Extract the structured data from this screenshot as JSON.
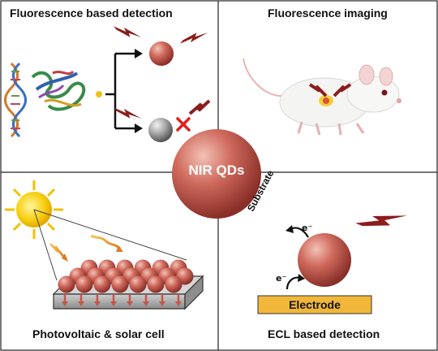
{
  "panels": {
    "top_left": {
      "title": "Fluorescence based detection"
    },
    "top_right": {
      "title": "Fluorescence imaging"
    },
    "bottom_left": {
      "title": "Photovoltaic & solar cell"
    },
    "bottom_right": {
      "title": "ECL based detection"
    }
  },
  "center": {
    "label": "NIR QDs"
  },
  "ecl": {
    "electrode_label": "Electrode",
    "substrate_label": "Substrate",
    "electron_symbol": "e⁻"
  },
  "colors": {
    "qd_red": "#c0574e",
    "qd_gray": "#9a9a9a",
    "lightning": "#8c1d1d",
    "electrode": "#f0b73a",
    "sun": "#f5c400",
    "cross": "#e02020"
  },
  "icons": [
    "dna-icon",
    "protein-icon",
    "mouse-icon",
    "sun-icon",
    "lightning-icon",
    "cross-icon"
  ]
}
